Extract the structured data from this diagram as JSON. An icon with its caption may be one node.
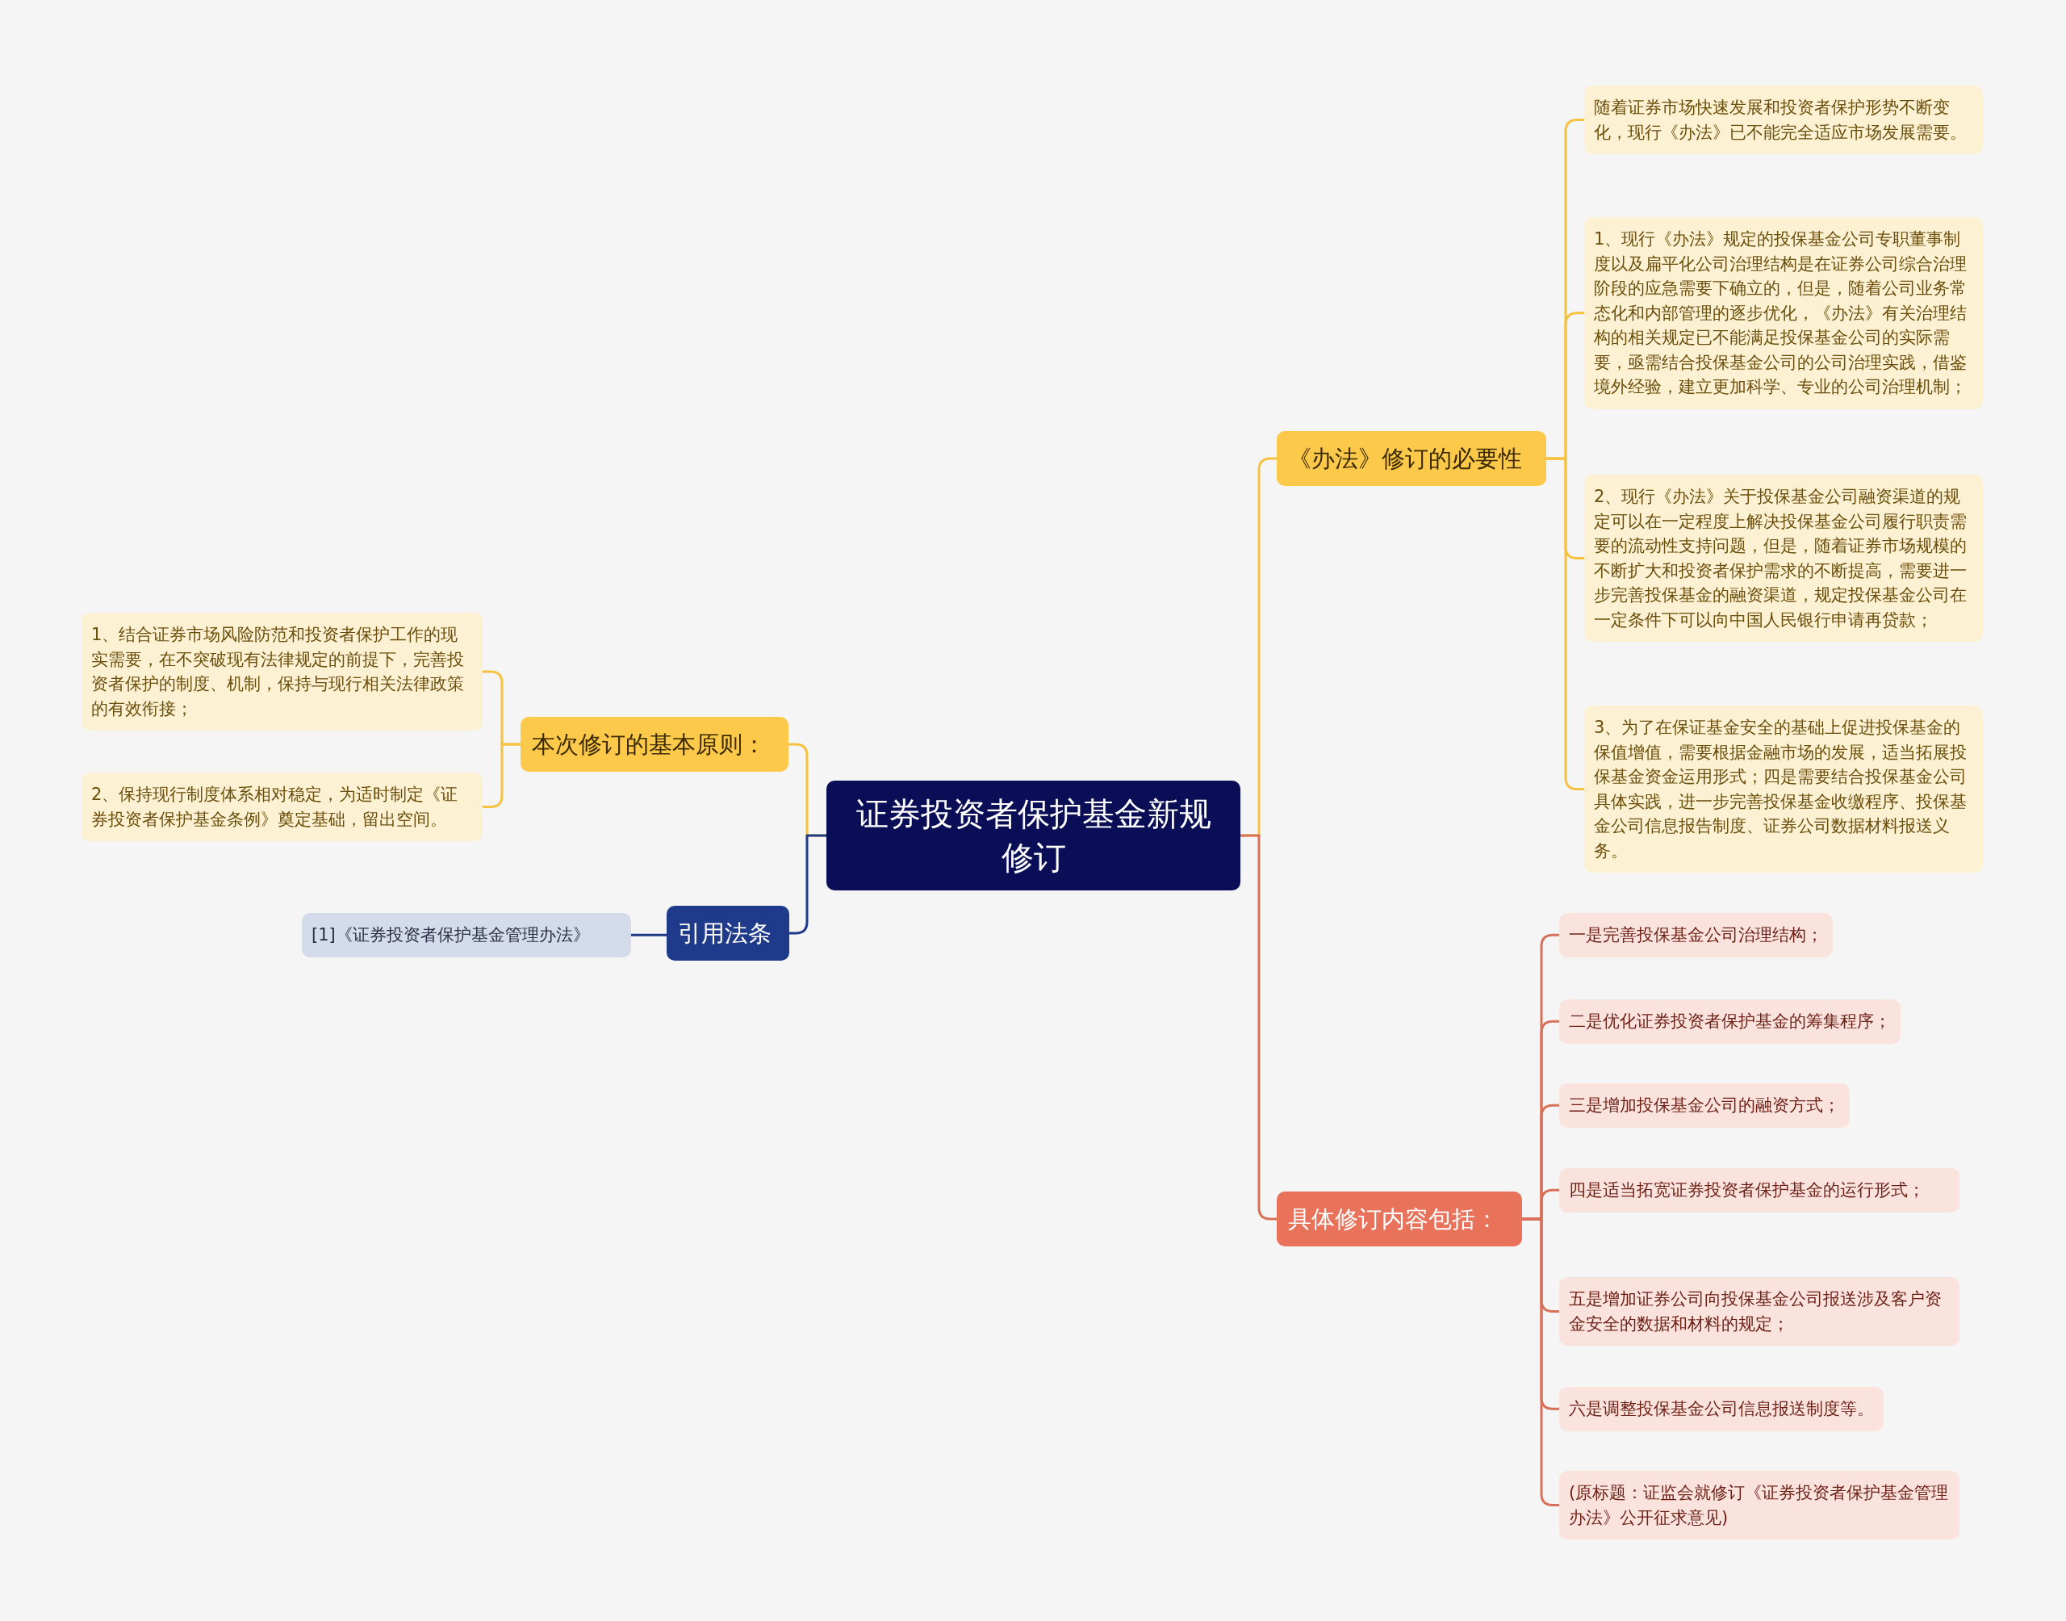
{
  "diagram": {
    "nodes": [
      {
        "text": [
          "证券投资者保护基金新规修订"
        ]
      },
      {
        "text": [
          "《办法》修订的必要性"
        ]
      },
      {
        "text": [
          "随着证券市场快速发展和投资者保护形势不断变化，现行《办法》已不能完全适应市场发展需要。"
        ]
      },
      {
        "text": [
          "1、现行《办法》规定的投保基金公司专职董事制度以及扁平化公司治理结构是在证券公司综合治理阶段的应急需要下确立的，但是，随着公司业务常态化和内部管理的逐步优化，《办法》有关治理结构的相关规定已不能满足投保基金公司的实际需要，亟需结合投保基金公司的公司治理实践，借鉴境外经验，建立更加科学、专业的公司治理机制；"
        ]
      },
      {
        "text": [
          "2、现行《办法》关于投保基金公司融资渠道的规定可以在一定程度上解决投保基金公司履行职责需要的流动性支持问题，但是，随着证券市场规模的不断扩大和投资者保护需求的不断提高，需要进一步完善投保基金的融资渠道，规定投保基金公司在一定条件下可以向中国人民银行申请再贷款；"
        ]
      },
      {
        "text": [
          "3、为了在保证基金安全的基础上促进投保基金的保值增值，需要根据金融市场的发展，适当拓展投保基金资金运用形式；四是需要结合投保基金公司具体实践，进一步完善投保基金收缴程序、投保基金公司信息报告制度、证券公司数据材料报送义务。"
        ]
      },
      {
        "text": [
          "具体修订内容包括："
        ]
      },
      {
        "text": [
          "一是完善投保基金公司治理结构；"
        ]
      },
      {
        "text": [
          "二是优化证券投资者保护基金的筹集程序；"
        ]
      },
      {
        "text": [
          "三是增加投保基金公司的融资方式；"
        ]
      },
      {
        "text": [
          "四是适当拓宽证券投资者保护基金的运行形式；"
        ]
      },
      {
        "text": [
          "五是增加证券公司向投保基金公司报送涉及客户资金安全的数据和材料的规定；"
        ]
      },
      {
        "text": [
          "六是调整投保基金公司信息报送制度等。"
        ]
      },
      {
        "text": [
          "(原标题：证监会就修订《证券投资者保护基金管理办法》公开征求意见)"
        ]
      },
      {
        "text": [
          "本次修订的基本原则："
        ]
      },
      {
        "text": [
          "1、结合证券市场风险防范和投资者保护工作的现实需要，在不突破现有法律规定的前提下，完善投资者保护的制度、机制，保持与现行相关法律政策的有效衔接；"
        ]
      },
      {
        "text": [
          "2、保持现行制度体系相对稳定，为适时制定《证券投资者保护基金条例》奠定基础，留出空间。"
        ]
      },
      {
        "text": [
          "引用法条"
        ]
      },
      {
        "text": [
          "[1]《证券投资者保护基金管理办法》"
        ]
      }
    ],
    "edges": [
      {
        "from": 0,
        "to": 1,
        "arrow": "none",
        "color": "#f5c242"
      },
      {
        "from": 1,
        "to": 2,
        "arrow": "none",
        "color": "#f5c242"
      },
      {
        "from": 1,
        "to": 3,
        "arrow": "none",
        "color": "#f5c242"
      },
      {
        "from": 1,
        "to": 4,
        "arrow": "none",
        "color": "#f5c242"
      },
      {
        "from": 1,
        "to": 5,
        "arrow": "none",
        "color": "#f5c242"
      },
      {
        "from": 0,
        "to": 6,
        "arrow": "none",
        "color": "#d9705a"
      },
      {
        "from": 6,
        "to": 7,
        "arrow": "none",
        "color": "#d9705a"
      },
      {
        "from": 6,
        "to": 8,
        "arrow": "none",
        "color": "#d9705a"
      },
      {
        "from": 6,
        "to": 9,
        "arrow": "none",
        "color": "#d9705a"
      },
      {
        "from": 6,
        "to": 10,
        "arrow": "none",
        "color": "#d9705a"
      },
      {
        "from": 6,
        "to": 11,
        "arrow": "none",
        "color": "#d9705a"
      },
      {
        "from": 6,
        "to": 12,
        "arrow": "none",
        "color": "#d9705a"
      },
      {
        "from": 6,
        "to": 13,
        "arrow": "none",
        "color": "#d9705a"
      },
      {
        "from": 0,
        "to": 14,
        "arrow": "none",
        "color": "#f5c242"
      },
      {
        "from": 14,
        "to": 15,
        "arrow": "none",
        "color": "#f5c242"
      },
      {
        "from": 14,
        "to": 16,
        "arrow": "none",
        "color": "#f5c242"
      },
      {
        "from": 0,
        "to": 17,
        "arrow": "none",
        "color": "#1f3a8a"
      },
      {
        "from": 17,
        "to": 18,
        "arrow": "none",
        "color": "#1f3a8a"
      }
    ]
  }
}
